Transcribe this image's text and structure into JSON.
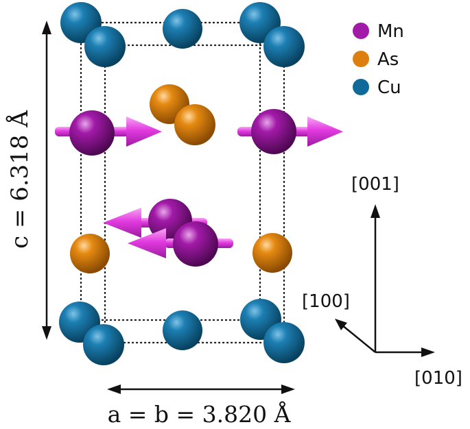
{
  "legend": {
    "items": [
      {
        "symbol": "Mn",
        "color": "#a21aa8"
      },
      {
        "symbol": "As",
        "color": "#dd7f0e"
      },
      {
        "symbol": "Cu",
        "color": "#0f6a9a"
      }
    ]
  },
  "dimensions": {
    "c_label": "c = 6.318 Å",
    "ab_label": "a = b = 3.820 Å"
  },
  "axes": {
    "z_label": "[001]",
    "x_label": "[100]",
    "y_label": "[010]"
  },
  "colors": {
    "mn": "#a21aa8",
    "as": "#dd7f0e",
    "cu": "#0f6a9a",
    "spin_arrow": "#e23be0",
    "cell_edge": "#222222"
  }
}
